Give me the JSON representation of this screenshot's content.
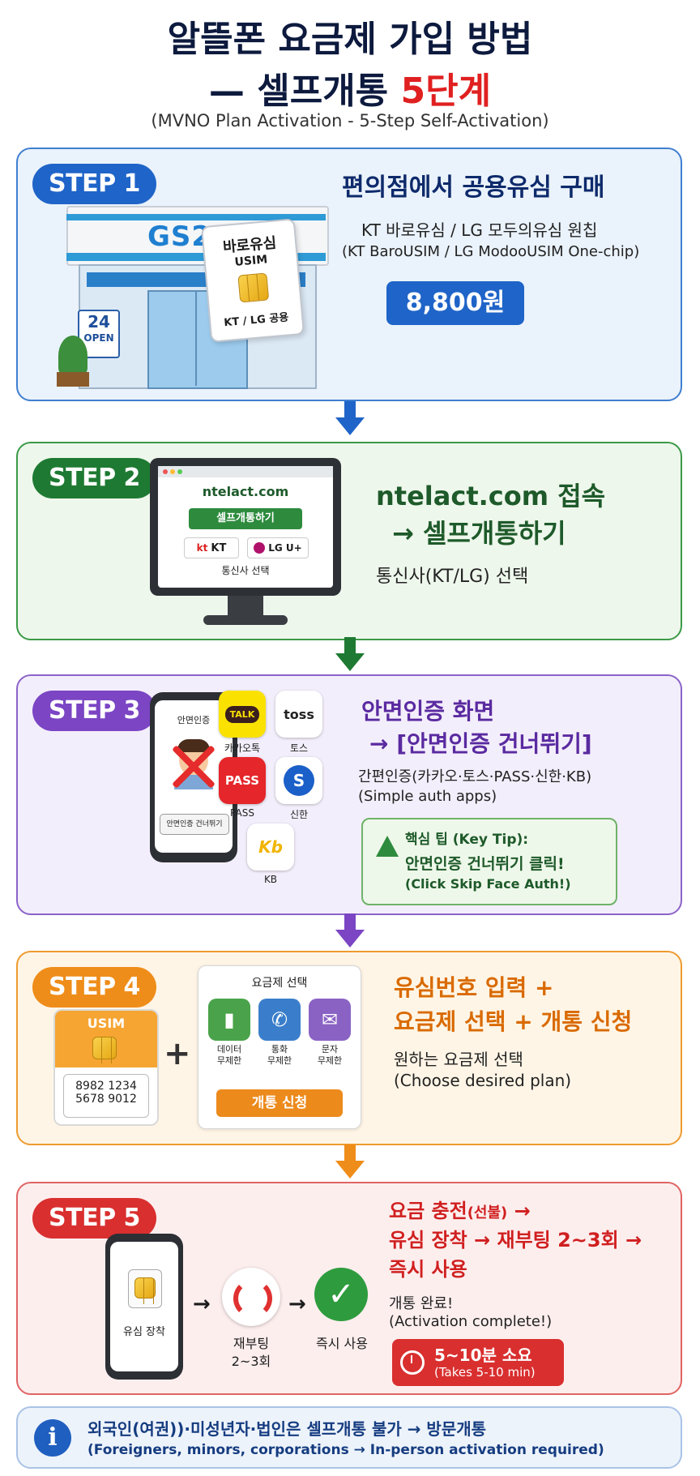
{
  "header": {
    "title_line1": "알뜰폰 요금제 가입 방법",
    "title_line2_prefix": "— 셀프개통 ",
    "title_line2_highlight": "5단계",
    "subtitle": "(MVNO Plan Activation - 5-Step Self-Activation)"
  },
  "step1": {
    "badge": "STEP 1",
    "heading": "편의점에서 공용유심 구매",
    "line1": "KT 바로유심 / LG 모두의유심 원칩",
    "line2": "(KT BaroUSIM / LG ModooUSIM One-chip)",
    "price": "8,800원",
    "store_sign": "GS25",
    "store_24": "24",
    "store_open": "OPEN",
    "card_title": "바로유심",
    "card_usim": "USIM",
    "card_bottom": "KT / LG 공용"
  },
  "step2": {
    "badge": "STEP 2",
    "heading_line1": "ntelact.com 접속",
    "heading_line2": "→ 셀프개통하기",
    "line1": "통신사(KT/LG) 선택",
    "screen_url": "ntelact.com",
    "screen_button": "셀프개통하기",
    "screen_kt": "KT",
    "screen_kt_logo": "kt",
    "screen_lg": "LG U+",
    "screen_caption": "통신사 선택"
  },
  "step3": {
    "badge": "STEP 3",
    "heading_line1": "안면인증 화면",
    "heading_line2": "→ [안면인증 건너뛰기]",
    "line1": "간편인증(카카오·토스·PASS·신한·KB)",
    "line2": "(Simple auth apps)",
    "tip_line1": "핵심 팁 (Key Tip):",
    "tip_line2": "안면인증 건너뛰기 클릭!",
    "tip_line3": "(Click Skip Face Auth!)",
    "phone_title": "안면인증",
    "phone_button": "안면인증 건너뛰기",
    "apps": [
      {
        "icon_text": "TALK",
        "label": "카카오톡"
      },
      {
        "icon_text": "toss",
        "label": "토스"
      },
      {
        "icon_text": "PASS",
        "label": "PASS"
      },
      {
        "icon_text": "S",
        "label": "신한"
      },
      {
        "icon_text": "Kb",
        "label": "KB"
      }
    ]
  },
  "step4": {
    "badge": "STEP 4",
    "heading_line1": "유심번호 입력 +",
    "heading_line2": "요금제 선택 + 개통 신청",
    "line1": "원하는 요금제 선택",
    "line2": "(Choose desired plan)",
    "usim_label": "USIM",
    "usim_number_line1": "8982 1234",
    "usim_number_line2": "5678 9012",
    "plus": "+",
    "panel_title": "요금제 선택",
    "plans": [
      {
        "line1": "데이터",
        "line2": "무제한"
      },
      {
        "line1": "통화",
        "line2": "무제한"
      },
      {
        "line1": "문자",
        "line2": "무제한"
      }
    ],
    "apply_button": "개통 신청"
  },
  "step5": {
    "badge": "STEP 5",
    "heading_line1_a": "요금 충전",
    "heading_line1_b": "(선불)",
    "heading_line1_c": " →",
    "heading_line2": "유심 장착 → 재부팅 2~3회 →",
    "heading_line3": "즉시 사용",
    "line1": "개통 완료!",
    "line2": "(Activation complete!)",
    "time_line1": "5~10분 소요",
    "time_line2": "(Takes 5-10 min)",
    "phone_label": "유심 장착",
    "reboot_line1": "재부팅",
    "reboot_line2": "2~3회",
    "use_label": "즉시 사용",
    "arrow": "→"
  },
  "info": {
    "icon": "i",
    "line1": "외국인(여권))·미성년자·법인은 셀프개통 불가  →  방문개통",
    "line2": "(Foreigners, minors, corporations  →  In-person activation required)"
  },
  "colors": {
    "step1": "#1f64c8",
    "step2": "#1e7a32",
    "step3": "#7b45c4",
    "step4": "#ef8d1a",
    "step5": "#d92f2f",
    "title_highlight": "#e02020"
  }
}
